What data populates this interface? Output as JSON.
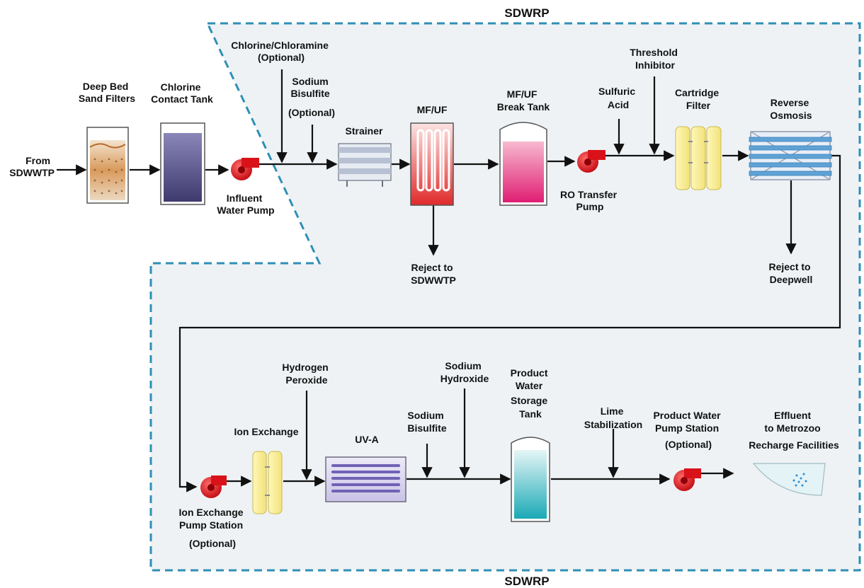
{
  "boundary_label": "SDWRP",
  "colors": {
    "boundary": "#2f8fb5",
    "pump": "#e11b22",
    "pipe": "#111111"
  },
  "labels": {
    "from_sdwwtp": [
      "From",
      "SDWWTP"
    ],
    "deep_bed": [
      "Deep Bed",
      "Sand Filters"
    ],
    "chlorine_contact": [
      "Chlorine",
      "Contact Tank"
    ],
    "influent_pump": [
      "Influent",
      "Water Pump"
    ],
    "chlorine_chloramine": [
      "Chlorine/Chloramine",
      "(Optional)"
    ],
    "sodium_bisulfite_opt": [
      "Sodium",
      "Bisulfite",
      "(Optional)"
    ],
    "strainer": [
      "Strainer"
    ],
    "mfuf": [
      "MF/UF"
    ],
    "mfuf_break_tank": [
      "MF/UF",
      "Break Tank"
    ],
    "reject_sdwwtp": [
      "Reject to",
      "SDWWTP"
    ],
    "ro_transfer_pump": [
      "RO Transfer",
      "Pump"
    ],
    "sulfuric_acid": [
      "Sulfuric",
      "Acid"
    ],
    "threshold_inhibitor": [
      "Threshold",
      "Inhibitor"
    ],
    "cartridge_filter": [
      "Cartridge",
      "Filter"
    ],
    "reverse_osmosis": [
      "Reverse",
      "Osmosis"
    ],
    "reject_deepwell": [
      "Reject to",
      "Deepwell"
    ],
    "ion_exchange": [
      "Ion Exchange"
    ],
    "ix_pump_station": [
      "Ion Exchange",
      "Pump Station",
      "(Optional)"
    ],
    "hydrogen_peroxide": [
      "Hydrogen",
      "Peroxide"
    ],
    "uva": [
      "UV-A"
    ],
    "sodium_bisulfite": [
      "Sodium",
      "Bisulfite"
    ],
    "sodium_hydroxide": [
      "Sodium",
      "Hydroxide"
    ],
    "product_storage_tank": [
      "Product",
      "Water",
      "Storage",
      "Tank"
    ],
    "lime_stabilization": [
      "Lime",
      "Stabilization"
    ],
    "product_pump_station": [
      "Product Water",
      "Pump Station",
      "(Optional)"
    ],
    "effluent": [
      "Effluent",
      "to Metrozoo",
      "Recharge Facilities"
    ]
  },
  "icons": [
    "sand-filter-icon",
    "contact-tank-icon",
    "pump-icon",
    "strainer-icon",
    "membrane-filter-icon",
    "break-tank-icon",
    "cartridge-filter-icon",
    "reverse-osmosis-icon",
    "ion-exchange-icon",
    "uv-reactor-icon",
    "storage-tank-icon",
    "recharge-basin-icon"
  ]
}
